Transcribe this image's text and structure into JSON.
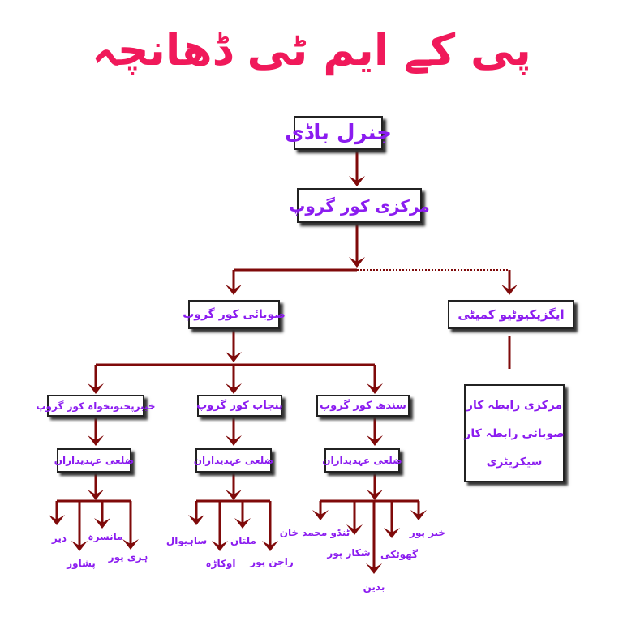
{
  "colors": {
    "title": "#f0195a",
    "text": "#8b1cf0",
    "connector": "#7f0a0a"
  },
  "title": "پی کے ایم ٹی ڈھانچہ",
  "nodes": {
    "general_body": "جنرل باڈی",
    "central_core": "مرکزی کور گروپ",
    "provincial_core": "صوبائی کور گروپ",
    "executive": "ایگزیکیوٹیو کمیٹی",
    "executive_members": [
      "مرکزی رابطہ کار",
      "صوبائی رابطہ کار",
      "سیکریٹری"
    ],
    "kp_core": "خیبرپختونخواہ کور گروپ",
    "punjab_core": "پنجاب کور گروپ",
    "sindh_core": "سندھ کور گروپ",
    "district_officials": "ضلعی عہدیداران"
  },
  "districts": {
    "kp": [
      "دیر",
      "پشاور",
      "مانسرہ",
      "ہری پور"
    ],
    "punjab": [
      "ساہیوال",
      "اوکاڑہ",
      "ملتان",
      "راجن پور"
    ],
    "sindh": [
      "ٹنڈو محمد خان",
      "شکار پور",
      "بدین",
      "گھوٹکی",
      "خیر پور"
    ]
  }
}
